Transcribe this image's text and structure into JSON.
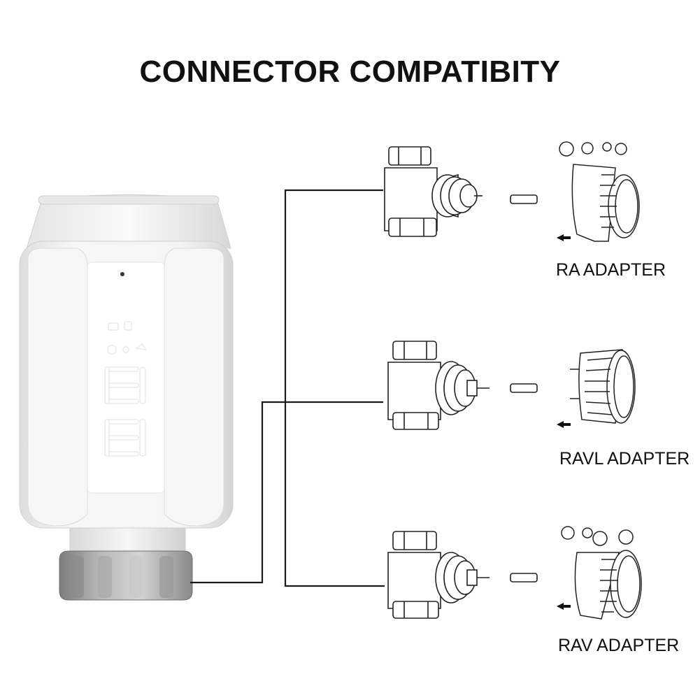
{
  "title": "CONNECTOR COMPATIBITY",
  "adapters": [
    {
      "label": "RA ADAPTER"
    },
    {
      "label": "RAVL ADAPTER"
    },
    {
      "label": "RAV ADAPTER"
    }
  ],
  "colors": {
    "text": "#111111",
    "line": "#1a1a1a",
    "device_body": "#f2f2f2",
    "knurled_ring": "#9a9a9a",
    "display_segment": "#ffffff"
  },
  "display": {
    "digits": "8888"
  }
}
